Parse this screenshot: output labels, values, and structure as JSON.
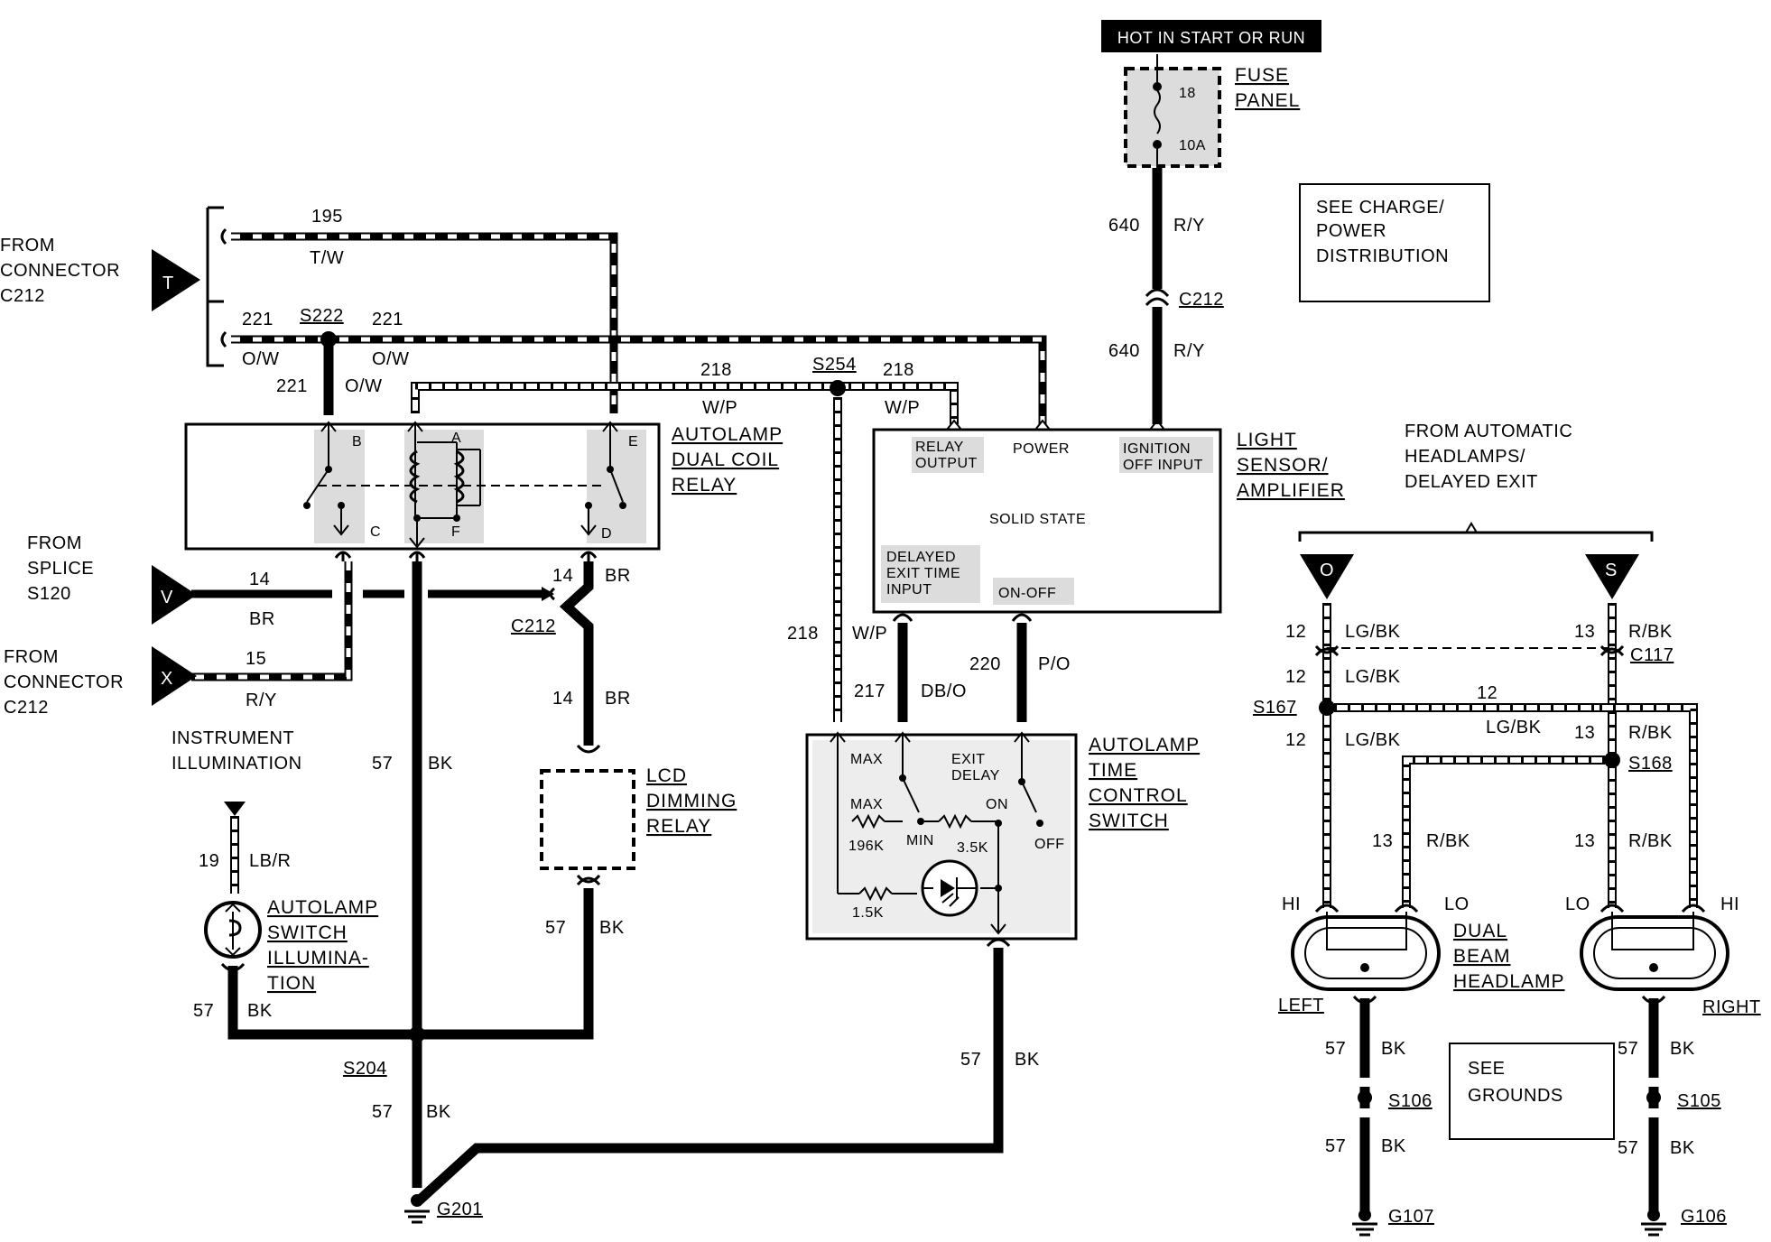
{
  "header": {
    "hot_label": "HOT IN START OR RUN"
  },
  "fuse": {
    "label_line1": "FUSE",
    "label_line2": "PANEL",
    "number": "18",
    "rating": "10A"
  },
  "note_power": {
    "line1": "SEE CHARGE/",
    "line2": "POWER",
    "line3": "DISTRIBUTION"
  },
  "note_grounds": {
    "line1": "SEE",
    "line2": "GROUNDS"
  },
  "connector_t": {
    "letter": "T",
    "from_line1": "FROM",
    "from_line2": "CONNECTOR",
    "from_line3": "C212"
  },
  "connector_v": {
    "letter": "V",
    "from_line1": "FROM",
    "from_line2": "SPLICE",
    "from_line3": "S120"
  },
  "connector_x": {
    "letter": "X",
    "from_line1": "FROM",
    "from_line2": "CONNECTOR",
    "from_line3": "C212"
  },
  "connector_o": {
    "letter": "O"
  },
  "connector_s": {
    "letter": "S"
  },
  "auto_headlamps": {
    "line1": "FROM AUTOMATIC",
    "line2": "HEADLAMPS/",
    "line3": "DELAYED EXIT"
  },
  "relay": {
    "title_line1": "AUTOLAMP",
    "title_line2": "DUAL COIL",
    "title_line3": "RELAY",
    "pins": {
      "a": "A",
      "b": "B",
      "c": "C",
      "d": "D",
      "e": "E",
      "f": "F"
    }
  },
  "sensor": {
    "title_line1": "LIGHT",
    "title_line2": "SENSOR/",
    "title_line3": "AMPLIFIER",
    "relay_output_line1": "RELAY",
    "relay_output_line2": "OUTPUT",
    "power": "POWER",
    "ignition_line1": "IGNITION",
    "ignition_line2": "OFF INPUT",
    "solid_state": "SOLID STATE",
    "delayed_line1": "DELAYED",
    "delayed_line2": "EXIT TIME",
    "delayed_line3": "INPUT",
    "on_off": "ON-OFF"
  },
  "time_switch": {
    "title_line1": "AUTOLAMP",
    "title_line2": "TIME",
    "title_line3": "CONTROL",
    "title_line4": "SWITCH",
    "max1": "MAX",
    "max2": "MAX",
    "exit_line1": "EXIT",
    "exit_line2": "DELAY",
    "on": "ON",
    "off": "OFF",
    "min": "MIN",
    "r196k": "196K",
    "r35k": "3.5K",
    "r15k": "1.5K"
  },
  "lcd_relay": {
    "line1": "LCD",
    "line2": "DIMMING",
    "line3": "RELAY"
  },
  "instrument": {
    "line1": "INSTRUMENT",
    "line2": "ILLUMINATION"
  },
  "switch_illum": {
    "line1": "AUTOLAMP",
    "line2": "SWITCH",
    "line3": "ILLUMINA-",
    "line4": "TION"
  },
  "headlamp": {
    "line1": "DUAL",
    "line2": "BEAM",
    "line3": "HEADLAMP",
    "left": "LEFT",
    "right": "RIGHT",
    "hi": "HI",
    "lo": "LO"
  },
  "splices": {
    "s222": "S222",
    "s254": "S254",
    "s204": "S204",
    "s167": "S167",
    "s168": "S168",
    "s106": "S106",
    "s105": "S105"
  },
  "connectors": {
    "c212a": "C212",
    "c212b": "C212",
    "c117": "C117"
  },
  "grounds": {
    "g201": "G201",
    "g107": "G107",
    "g106": "G106"
  },
  "wires": {
    "w195": "195",
    "c_tw": "T/W",
    "w221": "221",
    "c_ow": "O/W",
    "w218": "218",
    "c_wp": "W/P",
    "w640": "640",
    "c_ry": "R/Y",
    "w14": "14",
    "c_br": "BR",
    "w15": "15",
    "w57": "57",
    "c_bk": "BK",
    "w19": "19",
    "c_lbr": "LB/R",
    "w217": "217",
    "c_dbo": "DB/O",
    "w220": "220",
    "c_po": "P/O",
    "w12": "12",
    "c_lgbk": "LG/BK",
    "w13": "13",
    "c_rbk": "R/BK"
  }
}
